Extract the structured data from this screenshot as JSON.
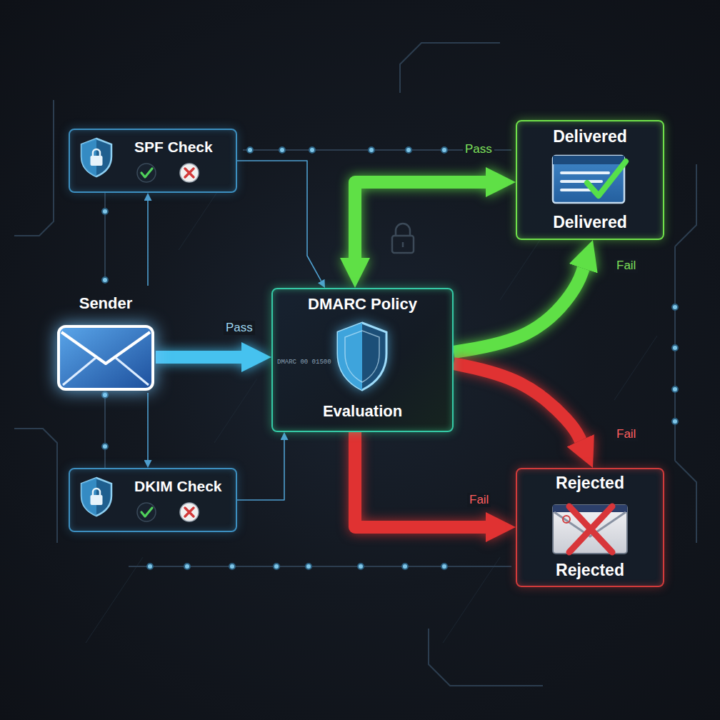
{
  "diagram": {
    "nodes": [
      {
        "text": [
          "SPF Check"
        ]
      },
      {
        "text": [
          "Sender"
        ]
      },
      {
        "text": [
          "DMARC Policy",
          "Evaluation"
        ]
      },
      {
        "text": [
          "DKIM Check"
        ]
      },
      {
        "text": [
          "Delivered",
          "Delivered"
        ]
      },
      {
        "text": [
          "Rejected",
          "Rejected"
        ]
      }
    ],
    "edges": [
      {
        "from": 1,
        "to": 0,
        "arrow": "to"
      },
      {
        "from": 1,
        "to": 3,
        "arrow": "to"
      },
      {
        "from": 1,
        "to": 2,
        "label": "Pass",
        "arrow": "to"
      },
      {
        "from": 0,
        "to": 2,
        "arrow": "to"
      },
      {
        "from": 3,
        "to": 2,
        "arrow": "to"
      },
      {
        "from": 2,
        "to": 4,
        "label": "Pass",
        "arrow": "both"
      },
      {
        "from": 2,
        "to": 4,
        "label": "Fail",
        "arrow": "to"
      },
      {
        "from": 2,
        "to": 5,
        "label": "Fail",
        "arrow": "to"
      },
      {
        "from": 2,
        "to": 5,
        "label": "Fail",
        "arrow": "to"
      }
    ],
    "labels": [
      "DMARC 00 01500"
    ]
  }
}
